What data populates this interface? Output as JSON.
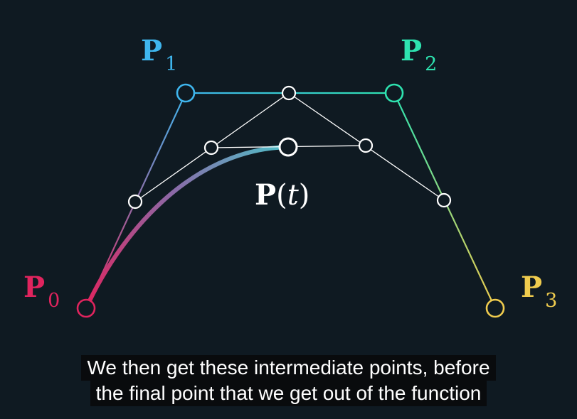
{
  "labels": {
    "p0": {
      "letter": "P",
      "sub": "0"
    },
    "p1": {
      "letter": "P",
      "sub": "1"
    },
    "p2": {
      "letter": "P",
      "sub": "2"
    },
    "p3": {
      "letter": "P",
      "sub": "3"
    },
    "pt": {
      "letter": "P",
      "open": "(",
      "arg": "t",
      "close": ")"
    }
  },
  "captions": [
    "We then get these intermediate points, before",
    "the final point that we get out of the function"
  ],
  "colors": {
    "background": "#0f1a22",
    "p0": "#e0245e",
    "p1": "#3fb6ee",
    "p2": "#2ee3b0",
    "p3": "#f0cc4e",
    "construction": "#ffffff"
  }
}
